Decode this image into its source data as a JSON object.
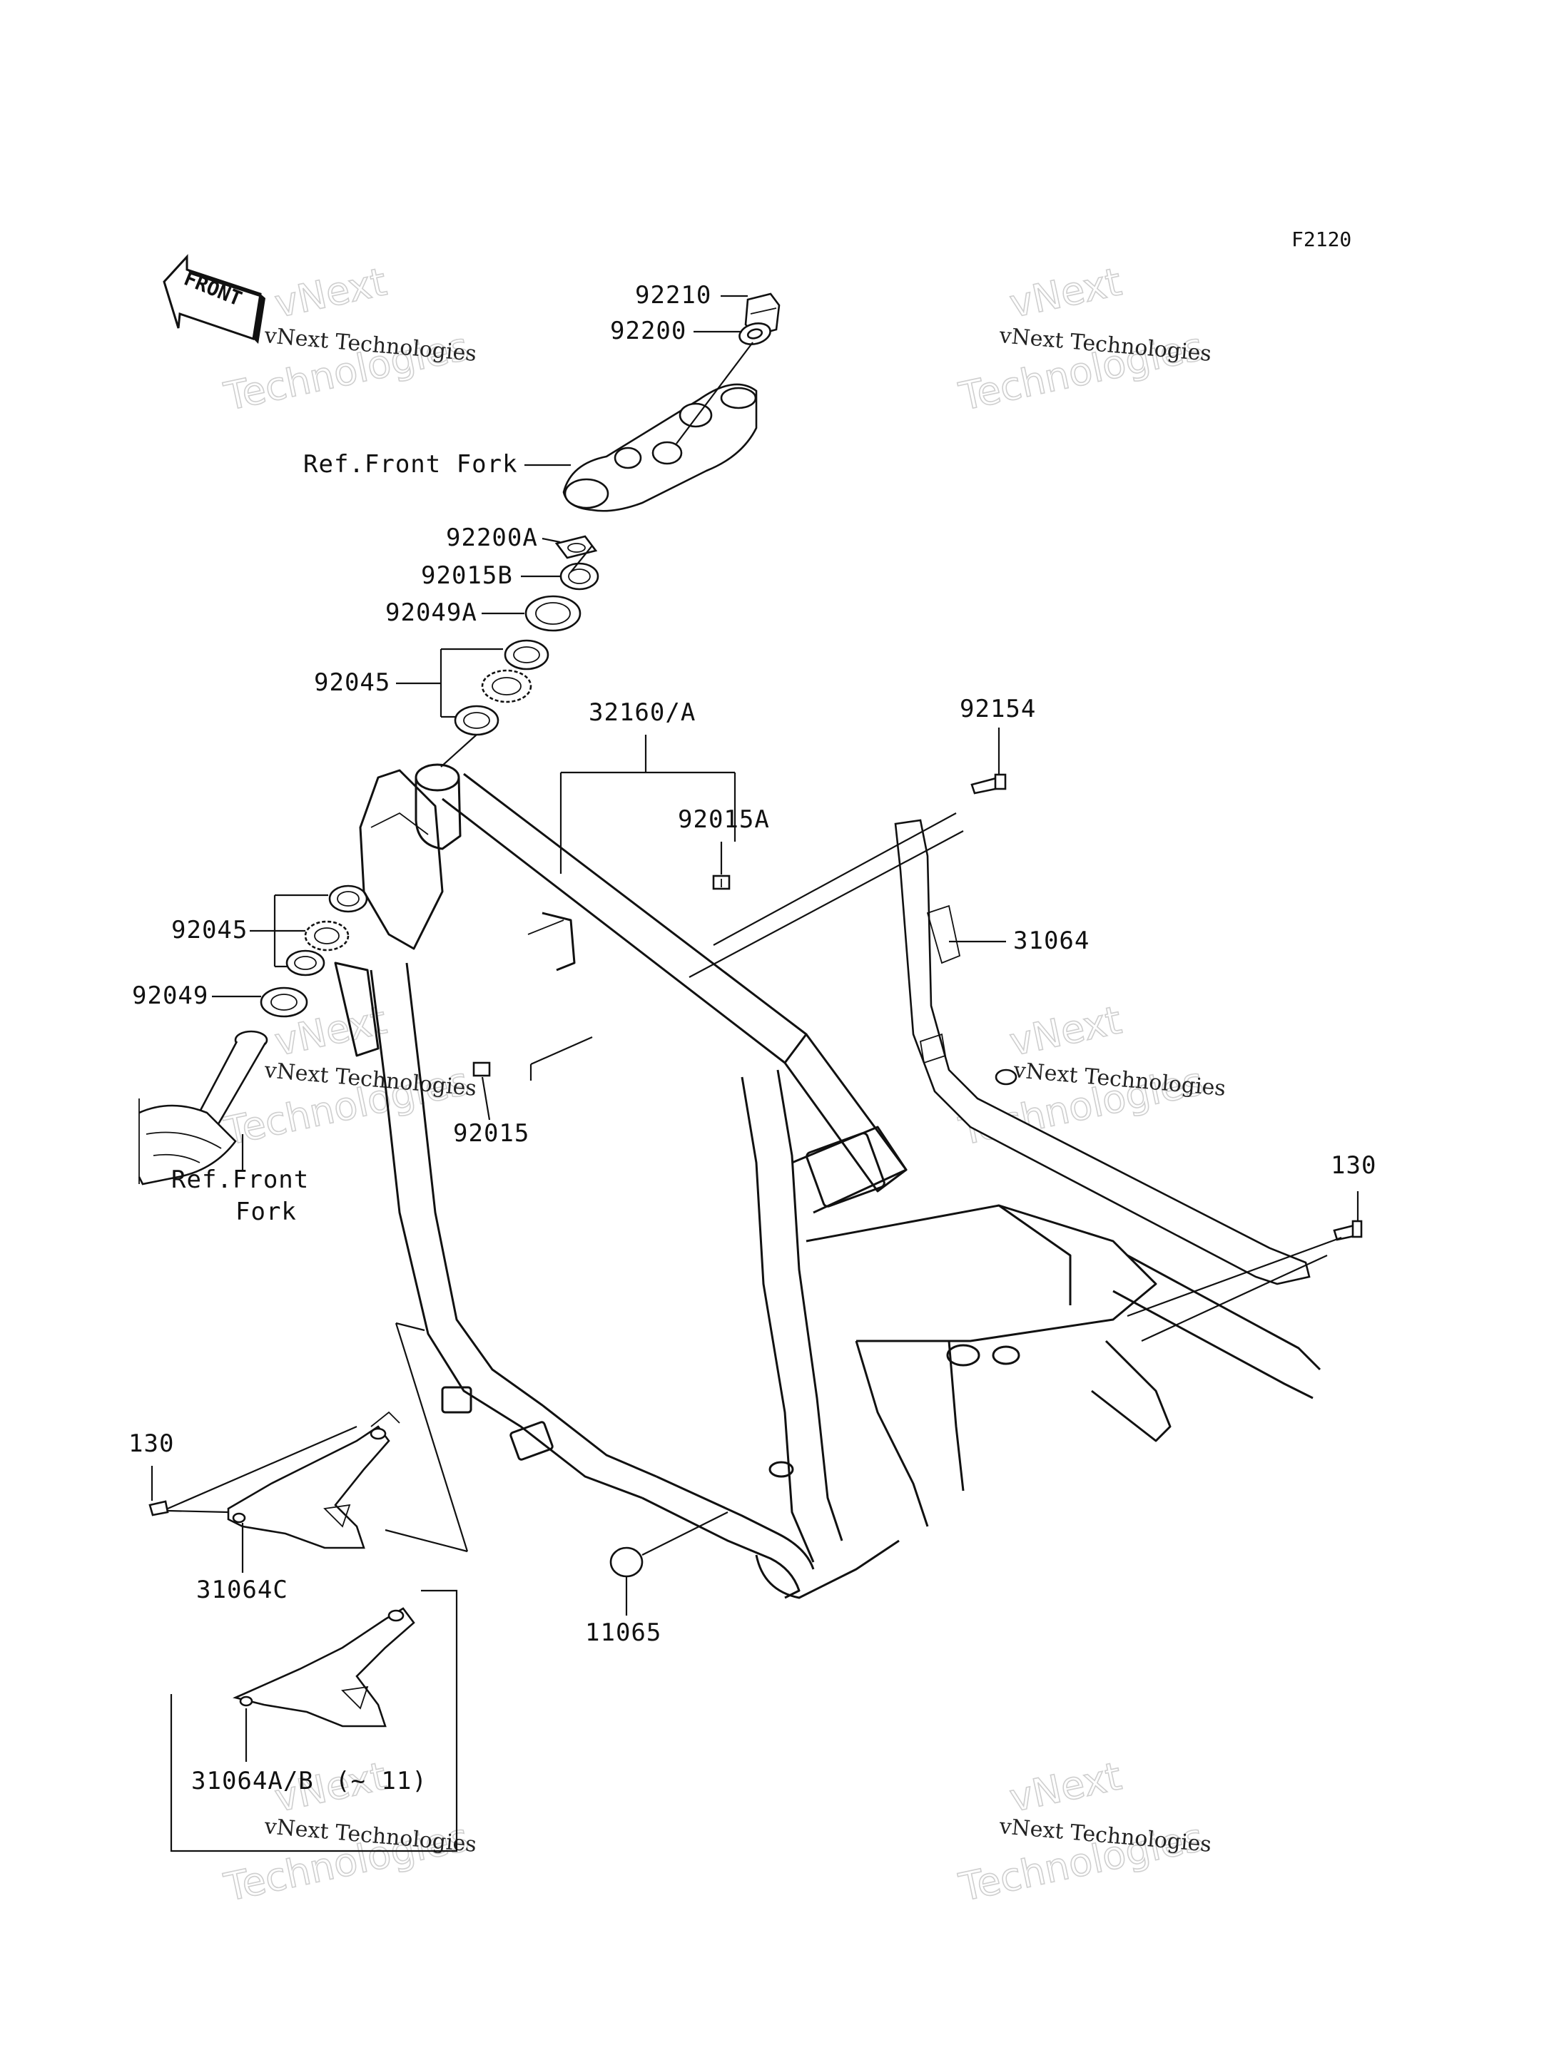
{
  "diagram_code": "F2120",
  "front_arrow_text": "FRONT",
  "watermark": {
    "small": "vNext Technologies",
    "big_line1": "vNext",
    "big_line2": "Technologies"
  },
  "callouts": {
    "c92210": "92210",
    "c92200": "92200",
    "ref_front_fork_top": "Ref.Front Fork",
    "c92200A": "92200A",
    "c92015B": "92015B",
    "c92049A": "92049A",
    "c92045_top": "92045",
    "c32160A": "32160/A",
    "c92154": "92154",
    "c92015A": "92015A",
    "c31064": "31064",
    "c92045_left": "92045",
    "c92049": "92049",
    "c92015": "92015",
    "ref_front_line1": "Ref.Front",
    "ref_front_line2": "Fork",
    "c130_right": "130",
    "c130_left": "130",
    "c31064C": "31064C",
    "c11065": "11065",
    "c31064AB": "31064A/B",
    "c31064AB_note": "(~ 11)"
  }
}
